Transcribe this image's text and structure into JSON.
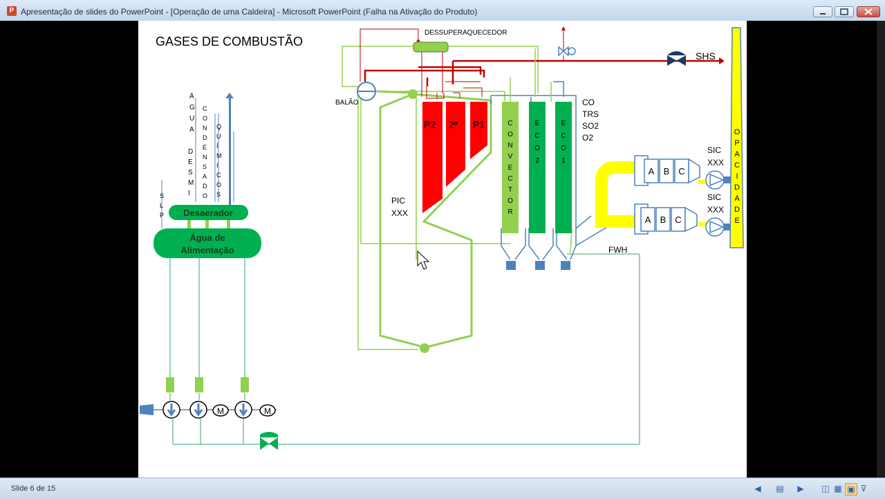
{
  "window": {
    "title": "Apresentação de slides do PowerPoint - [Operação de uma Caldeira] - Microsoft PowerPoint (Falha na Ativação do Produto)",
    "app_icon": "P"
  },
  "slide": {
    "title": "GASES DE COMBUSTÃO",
    "labels": {
      "dessuperaquecedor": "DESSUPERAQUECEDOR",
      "shs": "SHS",
      "balao": "BALÃO",
      "p2": "P2",
      "p2a": "2ª",
      "p1": "P1",
      "pic": "PIC",
      "pic_value": "XXX",
      "gases": [
        "CO",
        "TRS",
        "SO2",
        "O2"
      ],
      "fwh": "FWH",
      "sic1": "SIC",
      "sic1_value": "XXX",
      "sic2": "SIC",
      "sic2_value": "XXX",
      "desaerador": "Desaerador",
      "agua_alim_1": "Água de",
      "agua_alim_2": "Alimentação",
      "motor": "M",
      "fan_a": "A",
      "fan_b": "B",
      "fan_c": "C"
    },
    "vertical_words": {
      "convector": "CONVECTOR",
      "eco2": "ECO2",
      "eco1": "ECO1",
      "opacidade": "OPACIDADE",
      "agua": "ÁGUA",
      "desmi": "DESMI",
      "condensado": "CONDENSADO",
      "quimicos": "QUÍMICOS",
      "slp": "SLP"
    }
  },
  "status": {
    "slide_indicator": "Slide 6 de 15"
  },
  "colors": {
    "green_light": "#92d050",
    "green_dark": "#00b050",
    "red": "#ff0000",
    "yellow": "#ffff00",
    "blue_pipe": "#4f81bd",
    "dark_red_line": "#c00000"
  },
  "icons": [
    "powerpoint-icon",
    "minimize-icon",
    "maximize-icon",
    "close-icon",
    "prev-slide-icon",
    "notes-icon",
    "next-slide-icon",
    "normal-view-icon",
    "slide-sorter-icon",
    "reading-view-icon",
    "slideshow-icon"
  ]
}
